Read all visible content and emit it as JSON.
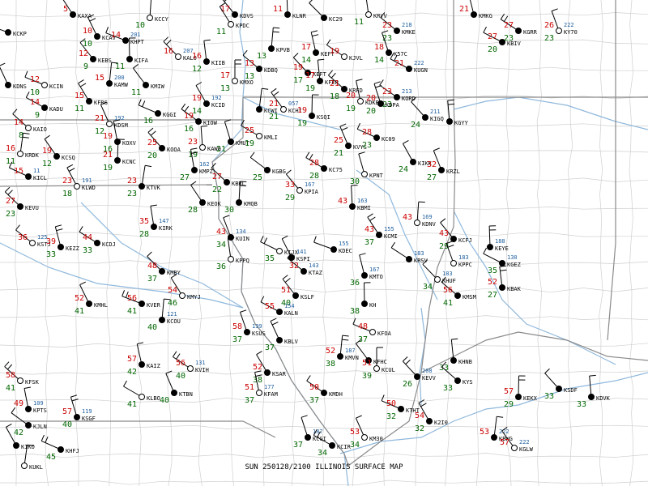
{
  "title": "SUN 250128/2100  ILLINOIS SURFACE MAP",
  "colors": {
    "temperature": "#cc0000",
    "dewpoint": "#006600",
    "station_id": "#000000",
    "pressure": "#1f5fa0",
    "weather_symbol": "#0000aa",
    "state_border": "#8a8a8a",
    "county_border": "#cfcfcf",
    "river": "#8fb8dc"
  },
  "stations": [
    {
      "id": "KCKP",
      "t": "",
      "d": ""
    },
    {
      "id": "KAXA",
      "t": "5",
      "d": ""
    },
    {
      "id": "KCCY",
      "t": "",
      "d": "10"
    },
    {
      "id": "KDVS",
      "t": "17",
      "d": ""
    },
    {
      "id": "KLNR",
      "t": "11",
      "d": ""
    },
    {
      "id": "KC29",
      "t": "",
      "d": ""
    },
    {
      "id": "KRYV",
      "t": "",
      "d": "11"
    },
    {
      "id": "KMKE",
      "t": "23",
      "d": "23",
      "p": "218"
    },
    {
      "id": "KMKG",
      "t": "21",
      "d": ""
    },
    {
      "id": "KGRR",
      "t": "27",
      "d": "23"
    },
    {
      "id": "KY70",
      "t": "26",
      "d": "23",
      "p": "222"
    },
    {
      "id": "KBIV",
      "t": "27",
      "d": "20"
    },
    {
      "id": "KCAV",
      "t": "10",
      "d": "10"
    },
    {
      "id": "KHPT",
      "t": "14",
      "d": "",
      "p": "201"
    },
    {
      "id": "KPDC",
      "t": "",
      "d": "11"
    },
    {
      "id": "KPVB",
      "t": "",
      "d": "13"
    },
    {
      "id": "KEBS",
      "t": "12",
      "d": "9"
    },
    {
      "id": "KIFA",
      "t": "",
      "d": "11"
    },
    {
      "id": "KALO",
      "t": "16",
      "d": "",
      "p": "207"
    },
    {
      "id": "KIIB",
      "t": "16",
      "d": "12"
    },
    {
      "id": "KDBQ",
      "t": "13",
      "d": "13"
    },
    {
      "id": "KEFT",
      "t": "17",
      "d": "14"
    },
    {
      "id": "KJVL",
      "t": "19",
      "d": ""
    },
    {
      "id": "K57C",
      "t": "18",
      "d": "14"
    },
    {
      "id": "KUGN",
      "t": "21",
      "d": "",
      "p": "222"
    },
    {
      "id": "KDNS",
      "t": "",
      "d": ""
    },
    {
      "id": "KCIN",
      "t": "12",
      "d": "10"
    },
    {
      "id": "KFRG",
      "t": "15",
      "d": "11"
    },
    {
      "id": "KAMW",
      "t": "15",
      "d": "",
      "p": "200"
    },
    {
      "id": "KMIW",
      "t": "",
      "d": "11"
    },
    {
      "id": "KMXO",
      "t": "17",
      "d": "13"
    },
    {
      "id": "KEFT2",
      "t": "19",
      "d": "17"
    },
    {
      "id": "KFEP",
      "t": "17",
      "d": "19"
    },
    {
      "id": "KRFD",
      "t": "21",
      "d": "18"
    },
    {
      "id": "KDKB",
      "t": "20",
      "d": "19"
    },
    {
      "id": "KORD",
      "t": "23",
      "d": "23",
      "p": "213"
    },
    {
      "id": "KDPA",
      "t": "20",
      "d": "20"
    },
    {
      "id": "KADU",
      "t": "14",
      "d": "9"
    },
    {
      "id": "KDSM",
      "t": "21",
      "d": "12",
      "p": "192"
    },
    {
      "id": "KGGI",
      "t": "",
      "d": "16"
    },
    {
      "id": "KCID",
      "t": "19",
      "d": "14",
      "p": "192"
    },
    {
      "id": "KCWI",
      "t": "",
      "d": ""
    },
    {
      "id": "KCHI",
      "t": "21",
      "d": "21",
      "p": "057"
    },
    {
      "id": "KSQI",
      "t": "19",
      "d": "19"
    },
    {
      "id": "KIGQ",
      "t": "",
      "d": "24",
      "p": "211"
    },
    {
      "id": "KGYY",
      "t": "",
      "d": ""
    },
    {
      "id": "KAIO",
      "t": "14",
      "d": "8"
    },
    {
      "id": "KOXV",
      "t": "19",
      "d": "16"
    },
    {
      "id": "KIOW",
      "t": "19",
      "d": "16"
    },
    {
      "id": "KMUT",
      "t": "",
      "d": "21"
    },
    {
      "id": "KMLI",
      "t": "25",
      "d": "19"
    },
    {
      "id": "KVYS",
      "t": "25",
      "d": "21"
    },
    {
      "id": "KC09",
      "t": "28",
      "d": "23"
    },
    {
      "id": "KIKK",
      "t": "",
      "d": "24"
    },
    {
      "id": "KRDK",
      "t": "16",
      "d": "11"
    },
    {
      "id": "KCSQ",
      "t": "19",
      "d": "12"
    },
    {
      "id": "KCNC",
      "t": "21",
      "d": "19"
    },
    {
      "id": "KOOA",
      "t": "25",
      "d": "20"
    },
    {
      "id": "KAWG",
      "t": "23",
      "d": "19"
    },
    {
      "id": "KBRL",
      "t": "27",
      "d": "22"
    },
    {
      "id": "KMPZ",
      "t": "",
      "d": "27",
      "p": "162"
    },
    {
      "id": "KGBG",
      "t": "",
      "d": "25"
    },
    {
      "id": "KPNT",
      "t": "",
      "d": "30"
    },
    {
      "id": "KC75",
      "t": "28",
      "d": "28"
    },
    {
      "id": "KRZL",
      "t": "32",
      "d": "27"
    },
    {
      "id": "KICL",
      "t": "15",
      "d": "",
      "p": "11"
    },
    {
      "id": "KLWD",
      "t": "23",
      "d": "18",
      "p": "191"
    },
    {
      "id": "KTVK",
      "t": "23",
      "d": "23"
    },
    {
      "id": "KEOK",
      "t": "",
      "d": "28"
    },
    {
      "id": "KMQB",
      "t": "",
      "d": "30"
    },
    {
      "id": "KPIA",
      "t": "33",
      "d": "29",
      "p": "167"
    },
    {
      "id": "KBMI",
      "t": "43",
      "d": "",
      "p": "163"
    },
    {
      "id": "KEVU",
      "t": "27",
      "d": "23"
    },
    {
      "id": "KIRK",
      "t": "35",
      "d": "28",
      "p": "147"
    },
    {
      "id": "KSTJ",
      "t": "36",
      "d": "",
      "p": "125"
    },
    {
      "id": "KEZZ",
      "t": "39",
      "d": "33"
    },
    {
      "id": "KCDJ",
      "t": "44",
      "d": "33"
    },
    {
      "id": "KUIN",
      "t": "43",
      "d": "34",
      "p": "134"
    },
    {
      "id": "KIJX",
      "t": "",
      "d": "35"
    },
    {
      "id": "KSPI",
      "t": "",
      "d": "",
      "p": "141"
    },
    {
      "id": "KDEC",
      "t": "",
      "d": "",
      "p": "155"
    },
    {
      "id": "KCMI",
      "t": "43",
      "d": "37",
      "p": "155"
    },
    {
      "id": "KDNV",
      "t": "43",
      "d": "",
      "p": "169"
    },
    {
      "id": "KCFJ",
      "t": "43",
      "d": "29"
    },
    {
      "id": "KEYE",
      "t": "",
      "d": "",
      "p": "188"
    },
    {
      "id": "KMBY",
      "t": "48",
      "d": "37"
    },
    {
      "id": "KPPQ",
      "t": "",
      "d": "36"
    },
    {
      "id": "KTAZ",
      "t": "32",
      "d": "",
      "p": "143"
    },
    {
      "id": "KMTO",
      "t": "",
      "d": "36",
      "p": "167"
    },
    {
      "id": "KRSV",
      "t": "",
      "d": "",
      "p": "183"
    },
    {
      "id": "KPPC",
      "t": "",
      "d": "",
      "p": "183"
    },
    {
      "id": "KGEZ",
      "t": "",
      "d": "35",
      "p": "130"
    },
    {
      "id": "KMHL",
      "t": "52",
      "d": "41"
    },
    {
      "id": "KVER",
      "t": "56",
      "d": "41"
    },
    {
      "id": "KMYJ",
      "t": "54",
      "d": "46"
    },
    {
      "id": "KCOU",
      "t": "",
      "d": "40",
      "p": "121"
    },
    {
      "id": "KSLF",
      "t": "51",
      "d": "40"
    },
    {
      "id": "KH2",
      "t": "",
      "d": "38"
    },
    {
      "id": "KHUF",
      "t": "",
      "d": "34",
      "p": "183"
    },
    {
      "id": "KBAK",
      "t": "52",
      "d": "27"
    },
    {
      "id": "KMSM",
      "t": "56",
      "d": "41"
    },
    {
      "id": "KAIZ",
      "t": "57",
      "d": "42"
    },
    {
      "id": "KVIH",
      "t": "56",
      "d": "40",
      "p": "131"
    },
    {
      "id": "KSUS",
      "t": "58",
      "d": "37",
      "p": "139"
    },
    {
      "id": "KALN",
      "t": "55",
      "d": "",
      "p": "154"
    },
    {
      "id": "KBLV",
      "t": "",
      "d": "37"
    },
    {
      "id": "KFOA",
      "t": "48",
      "d": "37"
    },
    {
      "id": "KSAR",
      "t": "52",
      "d": "38"
    },
    {
      "id": "KMVN",
      "t": "52",
      "d": "38",
      "p": "187"
    },
    {
      "id": "KFHC",
      "t": "",
      "d": "",
      "p": ""
    },
    {
      "id": "KCUL",
      "t": "51",
      "d": "39"
    },
    {
      "id": "KEVV",
      "t": "",
      "d": "26",
      "p": "208"
    },
    {
      "id": "KHNB",
      "t": "",
      "d": "33"
    },
    {
      "id": "KYS",
      "t": "",
      "d": "33"
    },
    {
      "id": "KFAM",
      "t": "51",
      "d": "37",
      "p": "177"
    },
    {
      "id": "KMDH",
      "t": "50",
      "d": "37"
    },
    {
      "id": "KCGI",
      "t": "",
      "d": "37",
      "p": "187"
    },
    {
      "id": "KCIR",
      "t": "",
      "d": "34"
    },
    {
      "id": "KM30",
      "t": "53",
      "d": "34"
    },
    {
      "id": "KTHT",
      "t": "50",
      "d": "32"
    },
    {
      "id": "K2I0",
      "t": "54",
      "d": "32"
    },
    {
      "id": "KBWG",
      "t": "53",
      "d": "",
      "p": "222"
    },
    {
      "id": "KGLW",
      "t": "57",
      "d": "",
      "p": "222"
    },
    {
      "id": "KEKX",
      "t": "57",
      "d": "29"
    },
    {
      "id": "KSDF",
      "t": "",
      "d": "33"
    },
    {
      "id": "KDVK",
      "t": "",
      "d": "33"
    },
    {
      "id": "KFSK",
      "t": "58",
      "d": "41"
    },
    {
      "id": "KPTS",
      "t": "49",
      "d": "",
      "p": "109"
    },
    {
      "id": "KJLN",
      "t": "",
      "d": "42"
    },
    {
      "id": "KSGF",
      "t": "57",
      "d": "40",
      "p": "119"
    },
    {
      "id": "KLBO",
      "t": "",
      "d": "41"
    },
    {
      "id": "KTBN",
      "t": "",
      "d": "40"
    },
    {
      "id": "KHFJ",
      "t": "",
      "d": "45"
    },
    {
      "id": "KIKO",
      "t": "",
      "d": ""
    },
    {
      "id": "KUKL",
      "t": "",
      "d": ""
    }
  ]
}
